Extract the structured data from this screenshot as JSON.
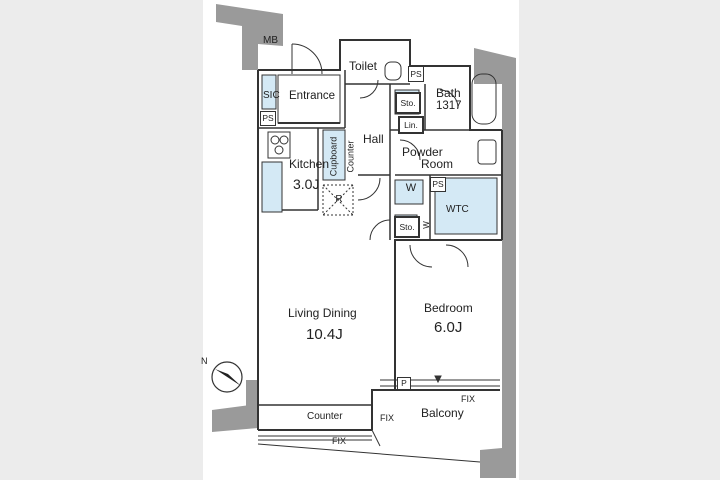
{
  "colors": {
    "background": "#ececec",
    "sheet": "#ffffff",
    "wall": "#9a9a9a",
    "line": "#333333",
    "storage": "#d4e9f5"
  },
  "rooms": {
    "toilet": "Toilet",
    "bath": "Bath",
    "bath_size": "1317",
    "hall": "Hall",
    "entrance": "Entrance",
    "sic": "SIC",
    "mb": "MB",
    "kitchen": "Kitchen",
    "kitchen_size": "3.0J",
    "cupboard": "Cupboard",
    "counter_vertical": "Counter",
    "powder_room_line1": "Powder",
    "powder_room_line2": "Room",
    "wtc": "WTC",
    "living_dining": "Living Dining",
    "living_dining_size": "10.4J",
    "bedroom": "Bedroom",
    "bedroom_size": "6.0J",
    "balcony": "Balcony",
    "counter_bottom": "Counter",
    "fix_1": "FIX",
    "fix_2": "FIX",
    "fix_3": "FIX"
  },
  "tags": {
    "ps_toilet": "PS",
    "ps_entrance": "PS",
    "ps_wtc": "PS",
    "sto_hall": "Sto.",
    "lin": "Lin.",
    "sto_bed": "Sto.",
    "w_powder": "W",
    "w_wtc": "W",
    "r_fridge": "R",
    "p_balcony": "P"
  },
  "compass": {
    "north": "N"
  }
}
